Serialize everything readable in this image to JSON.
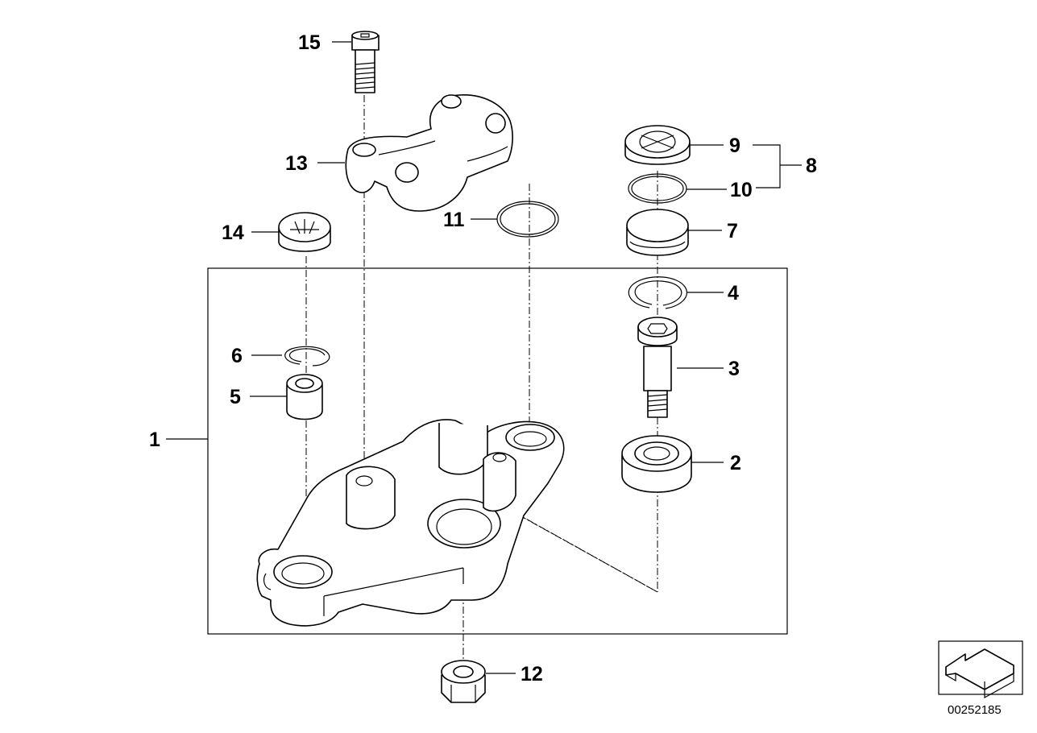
{
  "diagram": {
    "reference_number": "00252185",
    "labels": [
      {
        "id": "1",
        "text": "1"
      },
      {
        "id": "2",
        "text": "2"
      },
      {
        "id": "3",
        "text": "3"
      },
      {
        "id": "4",
        "text": "4"
      },
      {
        "id": "5",
        "text": "5"
      },
      {
        "id": "6",
        "text": "6"
      },
      {
        "id": "7",
        "text": "7"
      },
      {
        "id": "8",
        "text": "8"
      },
      {
        "id": "9",
        "text": "9"
      },
      {
        "id": "10",
        "text": "10"
      },
      {
        "id": "11",
        "text": "11"
      },
      {
        "id": "12",
        "text": "12"
      },
      {
        "id": "13",
        "text": "13"
      },
      {
        "id": "14",
        "text": "14"
      },
      {
        "id": "15",
        "text": "15"
      }
    ],
    "icons": {
      "orientation": "direction-arrow-icon"
    }
  }
}
